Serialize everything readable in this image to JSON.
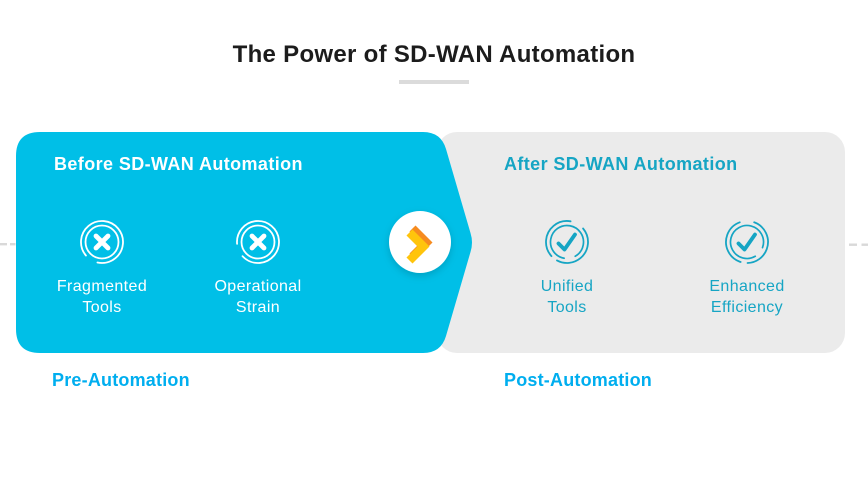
{
  "title": "The Power of SD-WAN Automation",
  "panels": {
    "before": {
      "heading": "Before SD-WAN Automation",
      "items": [
        {
          "icon": "x-circle-icon",
          "line1": "Fragmented",
          "line2": "Tools"
        },
        {
          "icon": "x-circle-icon",
          "line1": "Operational",
          "line2": "Strain"
        }
      ],
      "caption": "Pre-Automation"
    },
    "after": {
      "heading": "After SD-WAN Automation",
      "items": [
        {
          "icon": "check-circle-icon",
          "line1": "Unified",
          "line2": "Tools"
        },
        {
          "icon": "check-circle-icon",
          "line1": "Enhanced",
          "line2": "Efficiency"
        }
      ],
      "caption": "Post-Automation"
    },
    "divider_icon": "double-chevron-right-icon"
  },
  "colors": {
    "before_panel_blue": "#00BFE7",
    "after_panel_gray": "#EBEBEB",
    "teal_text": "#16A5C4",
    "caption_cyan": "#00AEEF",
    "chevron_orange": "#F68B1F",
    "chevron_yellow": "#FFC40C",
    "title_text": "#1C1C1C",
    "underline_gray": "#DBDBDB"
  }
}
